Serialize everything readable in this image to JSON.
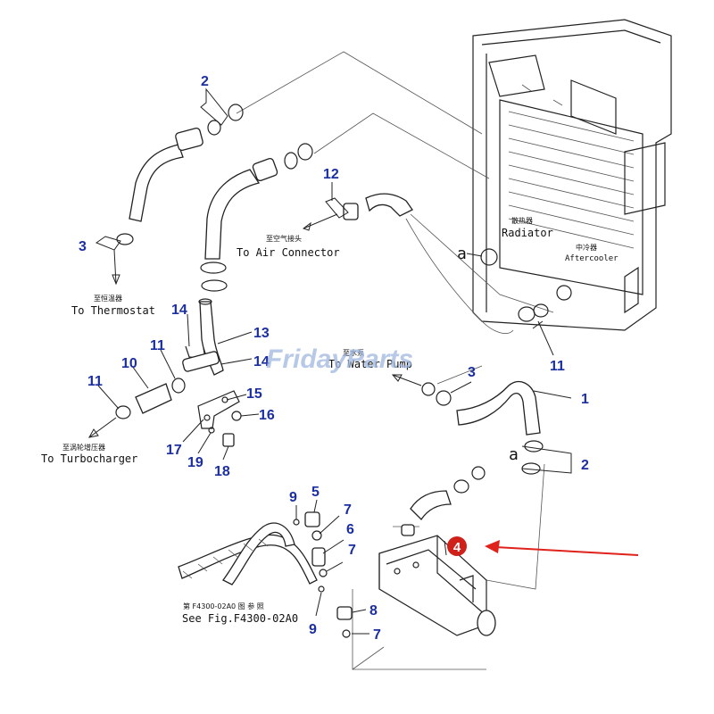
{
  "diagram": {
    "labels": {
      "radiator_cn": "散热器",
      "radiator": "Radiator",
      "aftercooler_cn": "中冷器",
      "aftercooler": "Aftercooler",
      "air_connector_cn": "至空气接头",
      "air_connector": "To Air Connector",
      "thermostat_cn": "至恒温器",
      "thermostat": "To Thermostat",
      "water_pump_cn": "至水泵",
      "water_pump": "To Water Pump",
      "turbocharger_cn": "至涡轮增压器",
      "turbocharger": "To Turbocharger",
      "see_fig_cn": "第 F4300-02A0 图 参 照",
      "see_fig": "See Fig.F4300-02A0",
      "ref_a1": "a",
      "ref_a2": "a"
    },
    "callouts": [
      "1",
      "2",
      "2",
      "3",
      "3",
      "4",
      "5",
      "6",
      "7",
      "7",
      "7",
      "8",
      "9",
      "9",
      "10",
      "11",
      "11",
      "11",
      "12",
      "13",
      "14",
      "14",
      "15",
      "16",
      "17",
      "18",
      "19"
    ],
    "highlight_color": "#e0221c",
    "callout_color": "#1b2fa0",
    "watermark": "FridayParts"
  }
}
